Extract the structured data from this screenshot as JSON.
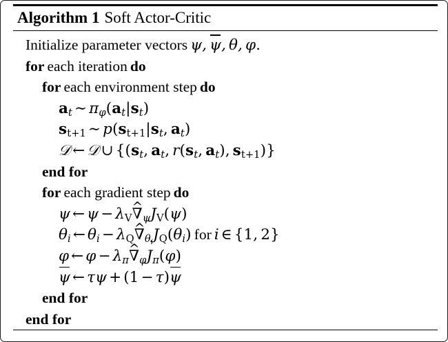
{
  "document": {
    "type": "algorithm-pseudocode-figure",
    "border_color": "#1a1a1a",
    "background_color": "#ffffff",
    "text_color": "#000000"
  },
  "algorithm": {
    "label": "Algorithm 1",
    "name": "Soft Actor-Critic",
    "lines": [
      {
        "id": "line-1",
        "indent": 1,
        "text": "Initialize parameter vectors ψ, ψ̄, θ, φ.",
        "keywords": []
      },
      {
        "id": "line-2",
        "indent": 1,
        "text": "for each iteration do",
        "keywords": [
          "for",
          "do"
        ]
      },
      {
        "id": "line-3",
        "indent": 2,
        "text": "for each environment step do",
        "keywords": [
          "for",
          "do"
        ]
      },
      {
        "id": "line-4",
        "indent": 3,
        "text": "a_t ~ π_φ(a_t|s_t)",
        "keywords": []
      },
      {
        "id": "line-5",
        "indent": 3,
        "text": "s_{t+1} ~ p(s_{t+1}|s_t, a_t)",
        "keywords": []
      },
      {
        "id": "line-6",
        "indent": 3,
        "text": "D ← D ∪ {(s_t, a_t, r(s_t, a_t), s_{t+1})}",
        "keywords": []
      },
      {
        "id": "line-7",
        "indent": 2,
        "text": "end for",
        "keywords": [
          "end for"
        ]
      },
      {
        "id": "line-8",
        "indent": 2,
        "text": "for each gradient step do",
        "keywords": [
          "for",
          "do"
        ]
      },
      {
        "id": "line-9",
        "indent": 3,
        "text": "ψ ← ψ − λ_V ∇̂_ψ J_V(ψ)",
        "keywords": []
      },
      {
        "id": "line-10",
        "indent": 3,
        "text": "θ_i ← θ_i − λ_Q ∇̂_{θ_i} J_Q(θ_i) for i ∈ {1, 2}",
        "keywords": []
      },
      {
        "id": "line-11",
        "indent": 3,
        "text": "φ ← φ − λ_π ∇̂_φ J_π(φ)",
        "keywords": []
      },
      {
        "id": "line-12",
        "indent": 3,
        "text": "ψ̄ ← τψ + (1 − τ)ψ̄",
        "keywords": []
      },
      {
        "id": "line-13",
        "indent": 2,
        "text": "end for",
        "keywords": [
          "end for"
        ]
      },
      {
        "id": "line-14",
        "indent": 1,
        "text": "end for",
        "keywords": [
          "end for"
        ]
      }
    ],
    "keyword_labels": {
      "for": "for",
      "do": "do",
      "end_for": "end for",
      "each_iteration": "each iteration",
      "each_environment_step": "each environment step",
      "each_gradient_step": "each gradient step",
      "initialize": "Initialize parameter vectors",
      "for_i_in": "for"
    }
  }
}
